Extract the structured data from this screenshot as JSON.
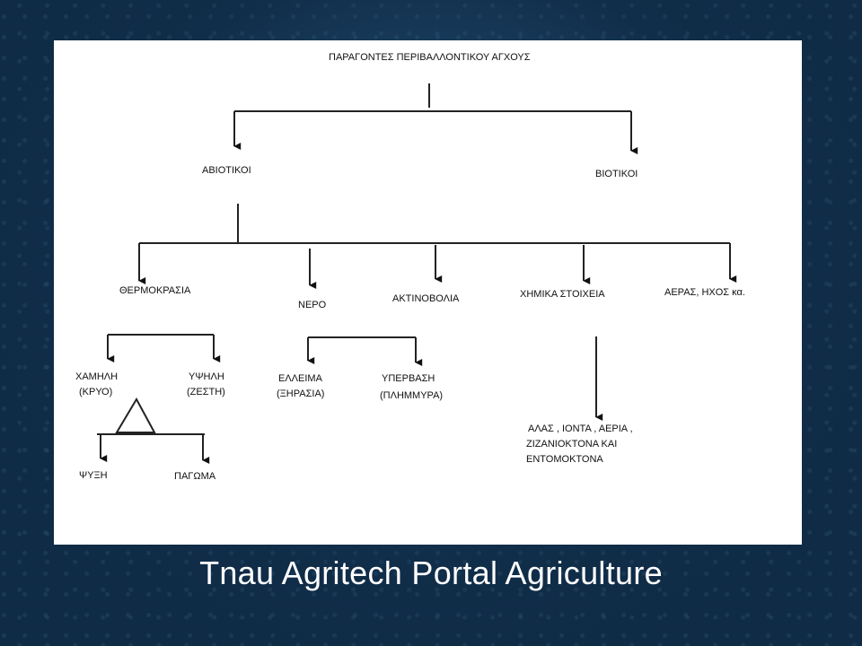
{
  "diagram": {
    "root": "ΠΑΡΑΓΟΝΤΕΣ ΠΕΡΙΒΑΛΛΟΝΤΙΚΟΥ ΑΓΧΟΥΣ",
    "abiotic": "ΑΒΙΟΤΙΚΟΙ",
    "biotic": "ΒΙΟΤΙΚΟΙ",
    "temperature": "ΘΕΡΜΟΚΡΑΣΙΑ",
    "water": "ΝΕΡΟ",
    "radiation": "ΑΚΤΙΝΟΒΟΛΙΑ",
    "chemicals": "ΧΗΜΙΚΑ ΣΤΟΙΧΕΙΑ",
    "air_noise": "ΑΕΡΑΣ, ΗΧΟΣ κα.",
    "low": [
      "ΧΑΜΗΛΗ",
      "(ΚΡΥΟ)"
    ],
    "high": [
      "ΥΨΗΛΗ",
      "(ΖΕΣΤΗ)"
    ],
    "deficit": [
      "ΕΛΛΕΙΜΑ",
      "(ΞΗΡΑΣΙΑ)"
    ],
    "excess": [
      "ΥΠΕΡΒΑΣΗ",
      "(ΠΛΗΜΜΥΡΑ)"
    ],
    "chilling": "ΨΥΞΗ",
    "freezing": "ΠΑΓΩΜΑ",
    "chem_list": [
      "ΑΛΑΣ , ΙΟΝΤΑ , ΑΕΡΙΑ ,",
      "ΖΙΖΑΝΙΟΚΤΟΝΑ ΚΑΙ",
      "ΕΝΤΟΜΟΚΤΟΝΑ"
    ]
  },
  "caption": "Tnau Agritech Portal Agriculture"
}
